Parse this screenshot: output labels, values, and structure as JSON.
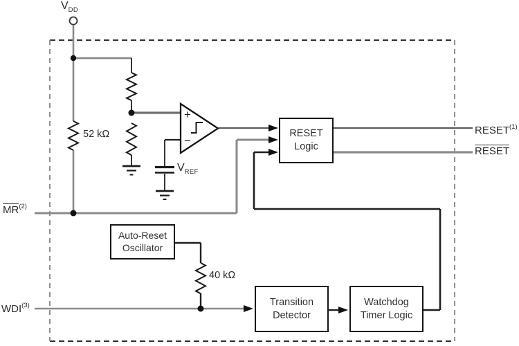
{
  "figure": {
    "type": "circuit-block-diagram",
    "background": "#ffffff",
    "colors": {
      "wire_gray": "#8a8a8a",
      "wire_black": "#1f1f1f",
      "box_border": "#141414",
      "dashed_border_dark": "#2e2e2e",
      "dashed_border_light": "#909090"
    },
    "pins": {
      "vdd": {
        "base": "V",
        "sub": "DD"
      },
      "mr": {
        "base": "MR",
        "sup": "(2)"
      },
      "wdi": {
        "base": "WDI",
        "sup": "(3)"
      },
      "reset": {
        "base": "RESET",
        "sup": "(1)"
      },
      "reset_bar": {
        "base": "RESET"
      }
    },
    "components": {
      "r_52k": {
        "value": "52 kΩ"
      },
      "r_40k": {
        "value": "40 kΩ"
      },
      "v_ref": {
        "base": "V",
        "sub": "REF"
      },
      "comparator": {
        "plus": "+",
        "minus": "−"
      }
    },
    "blocks": {
      "reset_logic": {
        "line1": "RESET",
        "line2": "Logic"
      },
      "auto_reset_oscillator": {
        "line1": "Auto-Reset",
        "line2": "Oscillator"
      },
      "transition_detector": {
        "line1": "Transition",
        "line2": "Detector"
      },
      "watchdog_timer_logic": {
        "line1": "Watchdog",
        "line2": "Timer Logic"
      }
    }
  }
}
